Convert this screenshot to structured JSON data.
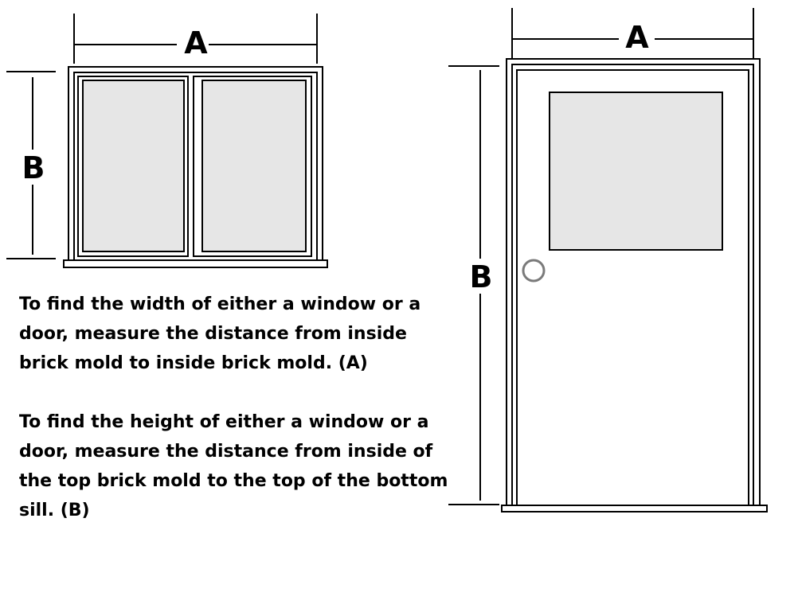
{
  "window": {
    "width_label": "A",
    "height_label": "B"
  },
  "door": {
    "width_label": "A",
    "height_label": "B"
  },
  "instructions": {
    "width": "To find the width of either a window or a door, measure the distance from inside brick mold to inside brick mold. (A)",
    "height": "To find the height of either a window or a door, measure the distance from inside of the top brick mold to the top of the bottom sill. (B)"
  },
  "colors": {
    "line": "#000000",
    "glass": "#e6e6e6",
    "background": "#ffffff",
    "knob": "#7a7a7a"
  }
}
